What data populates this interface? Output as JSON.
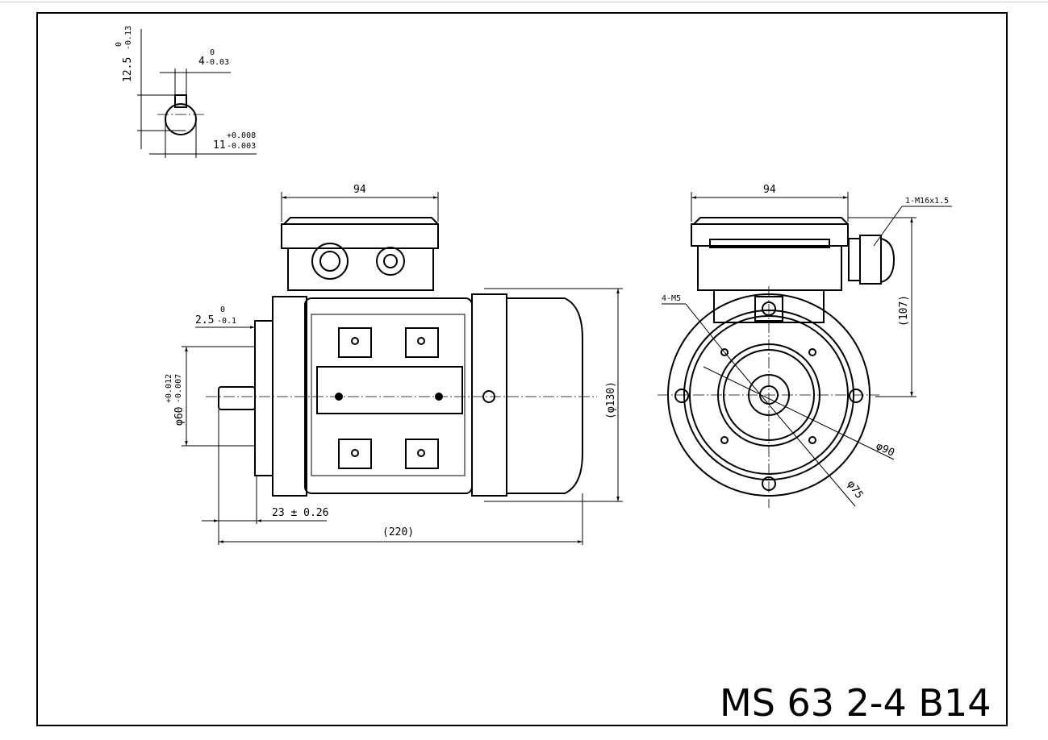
{
  "title": "MS 63 2-4 B14",
  "key_section": {
    "keyway_depth": "12.5",
    "keyway_depth_tol_upper": "0",
    "keyway_depth_tol_lower": "-0.13",
    "key_width": "4",
    "key_width_tol_upper": "0",
    "key_width_tol_lower": "-0.03",
    "shaft_dia": "11",
    "shaft_dia_tol_upper": "+0.008",
    "shaft_dia_tol_lower": "-0.003"
  },
  "side_view": {
    "box_width": "94",
    "flange_step": "2.5",
    "flange_step_tol_upper": "0",
    "flange_step_tol_lower": "-0.1",
    "spigot_dia": "φ60",
    "spigot_tol_upper": "+0.012",
    "spigot_tol_lower": "-0.007",
    "shaft_length": "23 ± 0.26",
    "overall_length": "(220)",
    "body_dia": "(φ130)"
  },
  "front_view": {
    "box_width": "94",
    "cable_gland": "1-M16x1.5",
    "height": "(107)",
    "holes": "4-M5",
    "pcd": "φ90",
    "spigot": "φ75"
  }
}
